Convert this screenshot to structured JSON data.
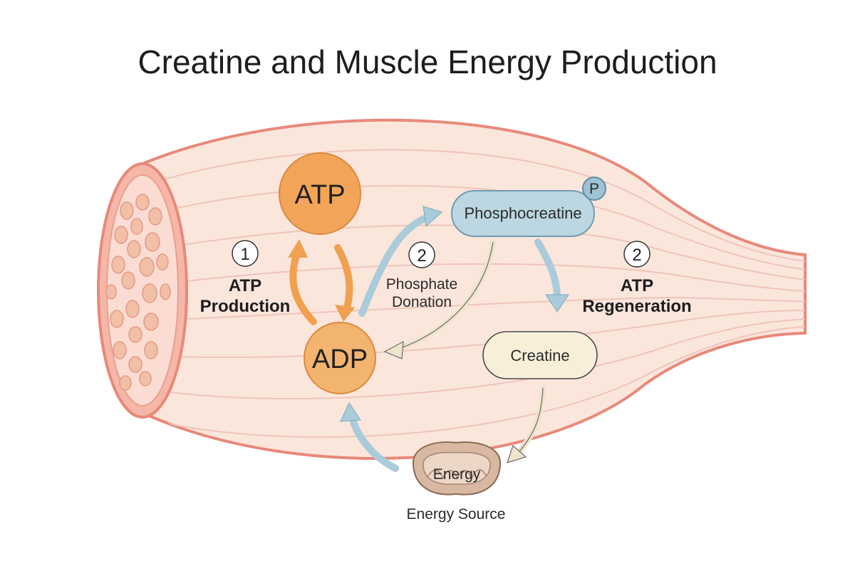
{
  "title": "Creatine and Muscle Energy Production",
  "nodes": {
    "atp": "ATP",
    "adp": "ADP",
    "phosphocreatine": "Phosphocreatine",
    "phosphate_badge": "P",
    "creatine": "Creatine",
    "energy": "Energy",
    "energy_source": "Energy Source"
  },
  "steps": {
    "atp_production": {
      "number": "1",
      "line1": "ATP",
      "line2": "Production"
    },
    "phosphate_donation": {
      "number": "2",
      "line1": "Phosphate",
      "line2": "Donation"
    },
    "atp_regeneration": {
      "number": "2",
      "line1": "ATP",
      "line2": "Regeneration"
    }
  },
  "colors": {
    "muscle_fill": "#fbe6dc",
    "muscle_outline": "#e8897a",
    "fiber_lines": "#f0c4b8",
    "atp_adp": "#f2a559",
    "phosphocreatine": "#bcd7e2",
    "creatine": "#f7efd8",
    "arrow_orange": "#f0a04e",
    "arrow_blue": "#a9cbda",
    "arrow_cream": "#efe4cc"
  }
}
